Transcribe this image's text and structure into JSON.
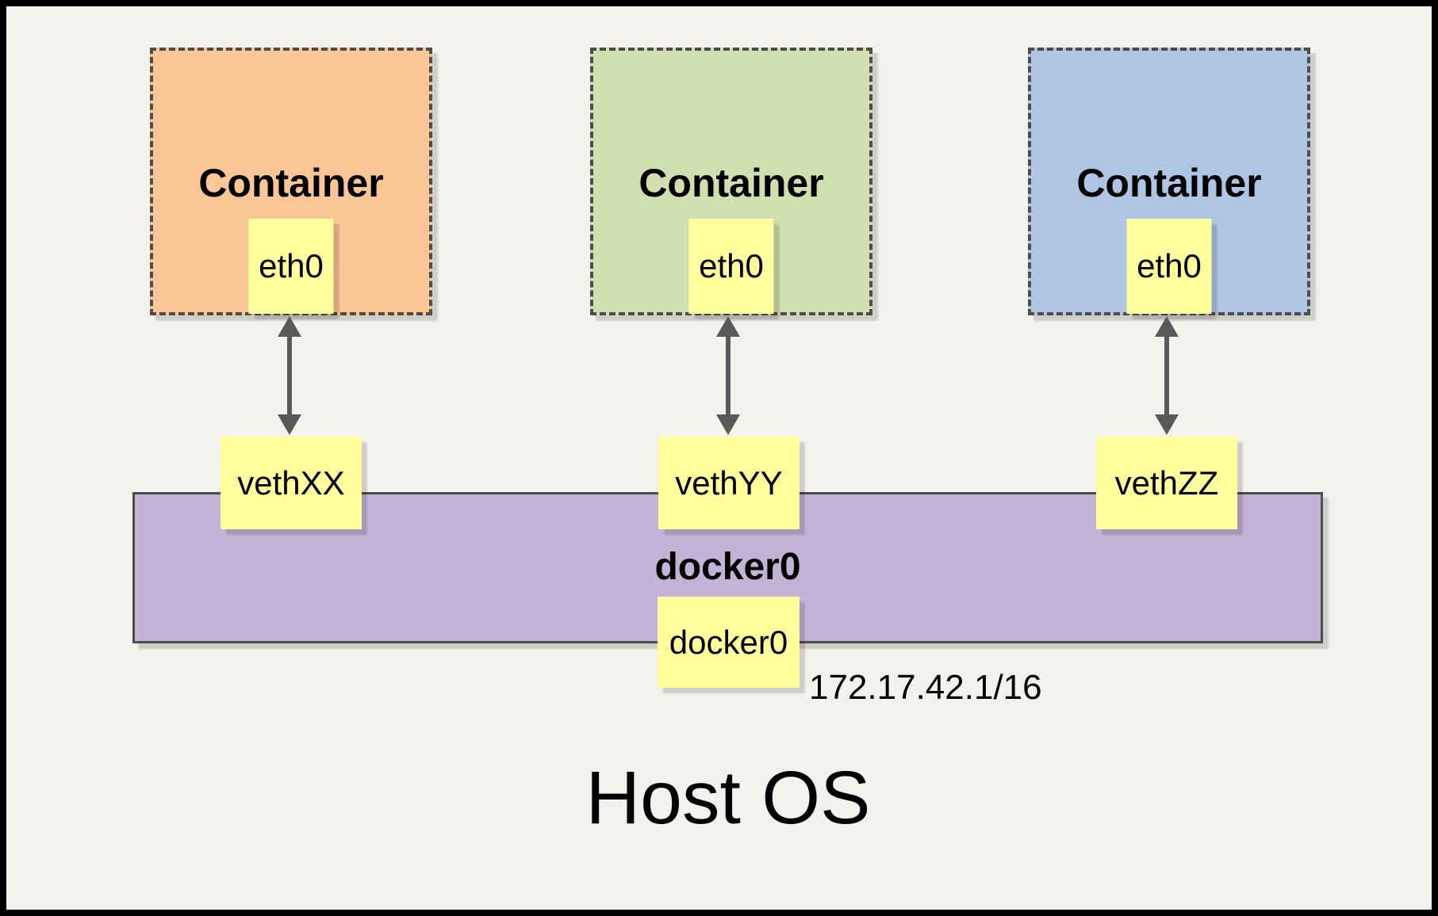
{
  "diagram": {
    "host_label": "Host OS",
    "bridge": {
      "name": "docker0",
      "interface": "docker0",
      "ip": "172.17.42.1/16",
      "fill": "#C3B4D7"
    },
    "containers": [
      {
        "label": "Container",
        "interface": "eth0",
        "veth": "vethXX",
        "fill": "#FAC696"
      },
      {
        "label": "Container",
        "interface": "eth0",
        "veth": "vethYY",
        "fill": "#D0DFAF"
      },
      {
        "label": "Container",
        "interface": "eth0",
        "veth": "vethZZ",
        "fill": "#AEC6E4"
      }
    ],
    "colors": {
      "background": "#F4F2EC",
      "frame": "#000000",
      "node_fill": "#FFFF9E",
      "dashed_border": "#4D4D4D",
      "arrow": "#595959"
    }
  }
}
